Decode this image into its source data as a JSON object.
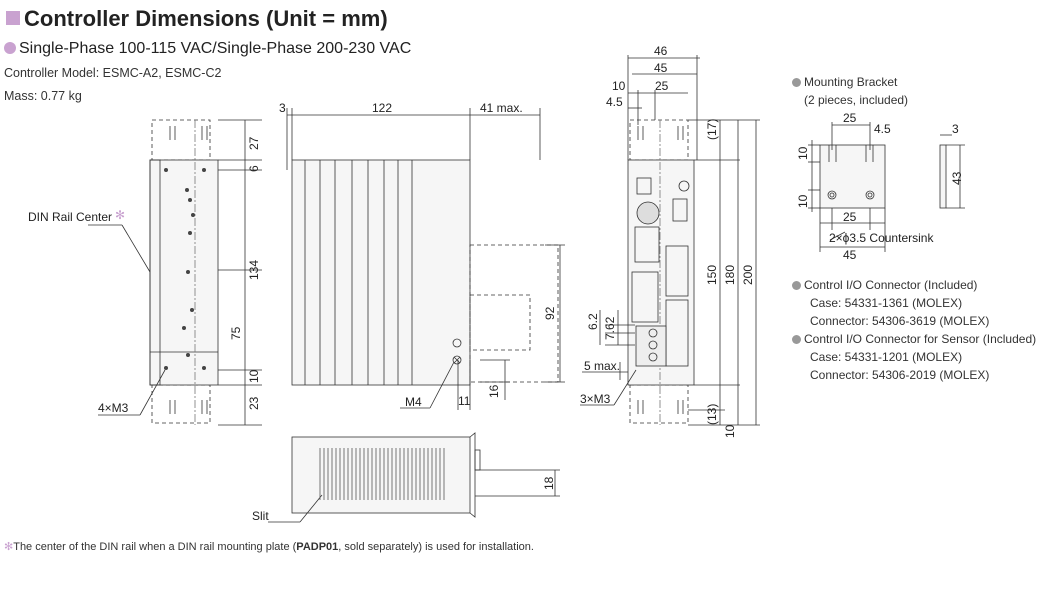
{
  "title": "Controller Dimensions (Unit = mm)",
  "subtitle": "Single-Phase 100-115 VAC/Single-Phase 200-230 VAC",
  "model_text": "Controller Model: ESMC-A2, ESMC-C2",
  "mass_text": "Mass: 0.77 kg",
  "accent_color": "#c9a2d0",
  "labels": {
    "din_rail_center": "DIN Rail Center",
    "din_star": "✻",
    "m3_4": "4×M3",
    "m3_3": "3×M3",
    "m4": "M4",
    "slit": "Slit",
    "countersink": "2×ϕ3.5 Countersink",
    "five_max": "5 max."
  },
  "dims": {
    "d3": "3",
    "d122": "122",
    "d41": "41 max.",
    "d27": "27",
    "d6": "6",
    "d134": "134",
    "d75": "75",
    "d10": "10",
    "d23": "23",
    "d92": "92",
    "d11": "11",
    "d16": "16",
    "d18": "18",
    "d46": "46",
    "d45": "45",
    "d10b": "10",
    "d25": "25",
    "d4_5": "4.5",
    "d17": "(17)",
    "d150": "150",
    "d180": "180",
    "d200": "200",
    "d13": "(13)",
    "d10c": "10",
    "d6_2": "6.2",
    "d7_62": "7.62",
    "b25": "25",
    "b4_5": "4.5",
    "b3": "3",
    "b10a": "10",
    "b10b": "10",
    "b43": "43",
    "b25b": "25",
    "b45": "45"
  },
  "notes": {
    "bracket": "Mounting Bracket",
    "bracket_sub": "(2 pieces, included)",
    "io": "Control I/O Connector (Included)",
    "io_case": "Case: 54331-1361 (MOLEX)",
    "io_conn": "Connector: 54306-3619 (MOLEX)",
    "sensor": "Control I/O Connector for Sensor (Included)",
    "sensor_case": "Case: 54331-1201 (MOLEX)",
    "sensor_conn": "Connector: 54306-2019 (MOLEX)"
  },
  "footnote": {
    "star": "✻",
    "pre": "The center of the DIN rail when a DIN rail mounting plate (",
    "bold": "PADP01",
    "post": ", sold separately) is used for installation."
  }
}
